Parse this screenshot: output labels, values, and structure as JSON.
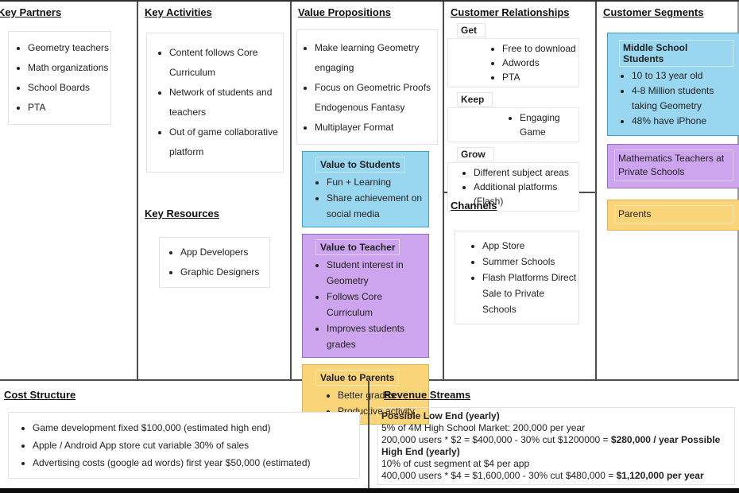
{
  "colors": {
    "segment_blue": "#99d6f0",
    "segment_blue_border": "#3e9ec6",
    "segment_purple": "#cda5ee",
    "segment_purple_border": "#9a6cc8",
    "segment_yellow": "#fad478",
    "segment_yellow_border": "#e3b04e",
    "divider_gray": "#4d4d4d",
    "bottom_bar_black": "#0c0c0c"
  },
  "key_partners": {
    "title": "Key Partners",
    "items": [
      "Geometry teachers",
      "Math organizations",
      "School Boards",
      "PTA"
    ]
  },
  "key_activities": {
    "title": "Key Activities",
    "items": [
      "Content follows Core Curriculum",
      "Network of students and teachers",
      "Out of game collaborative platform"
    ]
  },
  "key_resources": {
    "title": "Key Resources",
    "items": [
      "App Developers",
      "Graphic Designers"
    ]
  },
  "value_propositions": {
    "title": "Value Propositions",
    "items": [
      "Make learning Geometry engaging",
      "Focus on Geometric Proofs Endogenous Fantasy",
      "Multiplayer Format"
    ],
    "boxes": [
      {
        "title": "Value to Students",
        "color": "blue",
        "items": [
          "Fun + Learning",
          "Share achievement on social media"
        ]
      },
      {
        "title": "Value to Teacher",
        "color": "purple",
        "items": [
          "Student interest in Geometry",
          "Follows Core Curriculum",
          "Improves students grades"
        ]
      },
      {
        "title": "Value to Parents",
        "color": "yellow",
        "items": [
          "Better grades",
          "Productive activity"
        ]
      }
    ]
  },
  "customer_relationships": {
    "title": "Customer Relationships",
    "groups": [
      {
        "label": "Get",
        "items": [
          "Free to download",
          "Adwords",
          "PTA"
        ]
      },
      {
        "label": "Keep",
        "items": [
          "Engaging Game"
        ]
      },
      {
        "label": "Grow",
        "items": [
          "Different subject areas",
          "Additional platforms (Flash)"
        ]
      }
    ]
  },
  "channels": {
    "title": "Channels",
    "items": [
      "App Store",
      "Summer Schools",
      "Flash Platforms Direct Sale to Private Schools"
    ]
  },
  "customer_segments": {
    "title": "Customer Segments",
    "boxes": [
      {
        "title": "Middle School Students",
        "color": "blue",
        "items": [
          "10 to 13 year old",
          "4-8 Million students taking Geometry",
          "48% have iPhone"
        ]
      },
      {
        "title": "Mathematics Teachers at Private Schools",
        "color": "purple",
        "items": []
      },
      {
        "title": "Parents",
        "color": "yellow",
        "items": []
      }
    ]
  },
  "cost_structure": {
    "title": "Cost Structure",
    "items": [
      "Game development fixed $100,000 (estimated high end)",
      "Apple / Android App store cut variable 30% of sales",
      "Advertising costs (google ad words)  first year $50,000 (estimated)"
    ]
  },
  "revenue_streams": {
    "title": "Revenue Streams",
    "box": {
      "line1_bold": "Possible Low End (yearly)",
      "line2": "5% of 4M High School Market:  200,000 per year",
      "line3_normal": "200,000 users * $2 = $400,000 - 30% cut $1200000 = ",
      "line3_bold": "$280,000 / year Possible High End (yearly)",
      "line4": "10% of cust segment at $4 per app",
      "line5_normal": "400,000 users * $4 = $1,600,000 - 30% cut $480,000 = ",
      "line5_bold": "$1,120,000 per year"
    }
  }
}
